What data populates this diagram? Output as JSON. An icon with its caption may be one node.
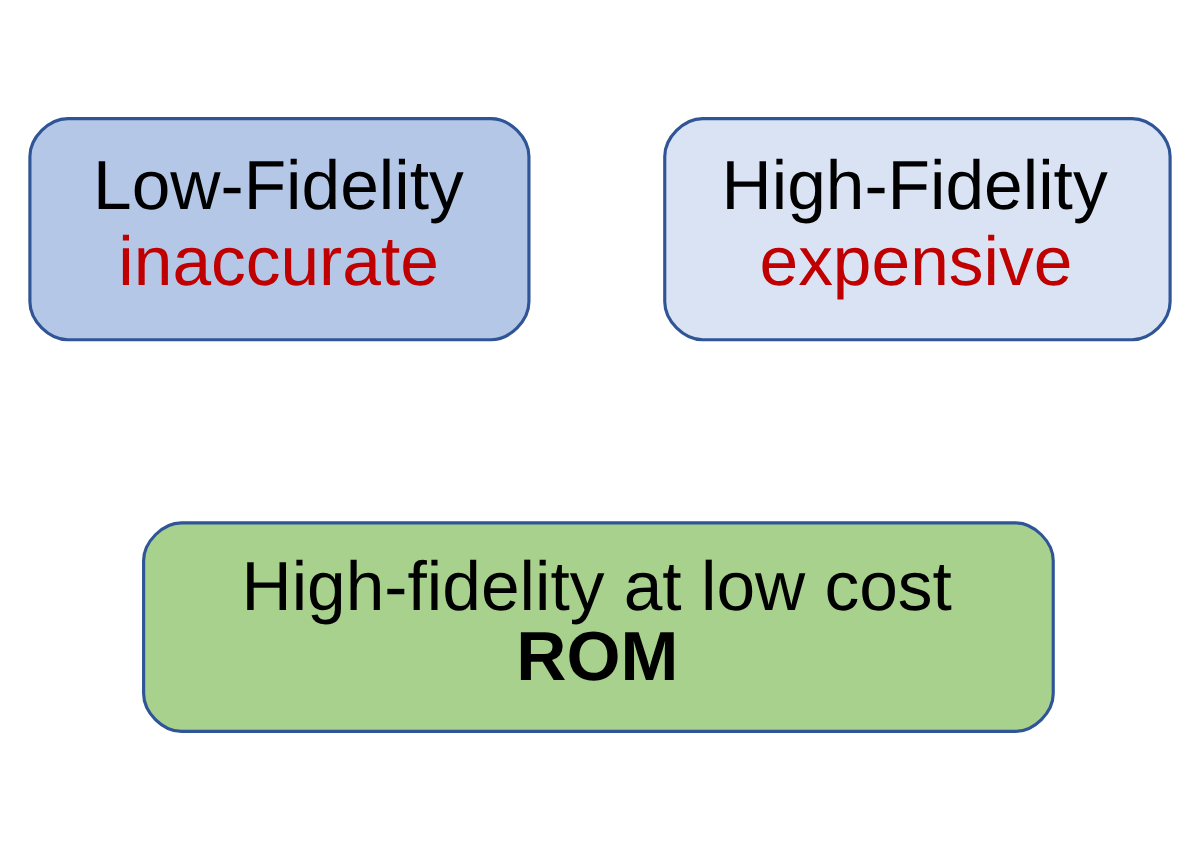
{
  "diagram": {
    "nodes": [
      {
        "text": [
          "Low-Fidelity",
          "inaccurate"
        ]
      },
      {
        "text": [
          "High-Fidelity",
          "expensive"
        ]
      },
      {
        "text": [
          "High-fidelity at low cost",
          "ROM"
        ]
      }
    ]
  }
}
